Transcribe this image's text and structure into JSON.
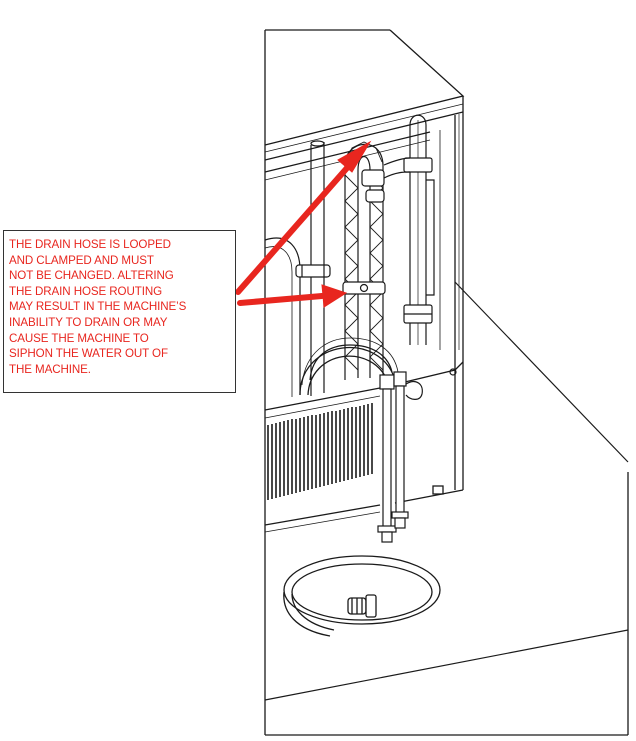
{
  "callout": {
    "lines": [
      "THE DRAIN HOSE IS LOOPED",
      "AND CLAMPED AND MUST",
      "NOT BE CHANGED. ALTERING",
      "THE DRAIN HOSE ROUTING",
      "MAY RESULT IN THE MACHINE’S",
      "INABILITY TO DRAIN OR MAY",
      "CAUSE THE MACHINE TO",
      "SIPHON THE WATER OUT OF",
      "THE MACHINE."
    ]
  },
  "colors": {
    "warning_text": "#e8261f",
    "arrow": "#e8261f",
    "line_art": "#1a1a1a",
    "background": "#ffffff"
  }
}
